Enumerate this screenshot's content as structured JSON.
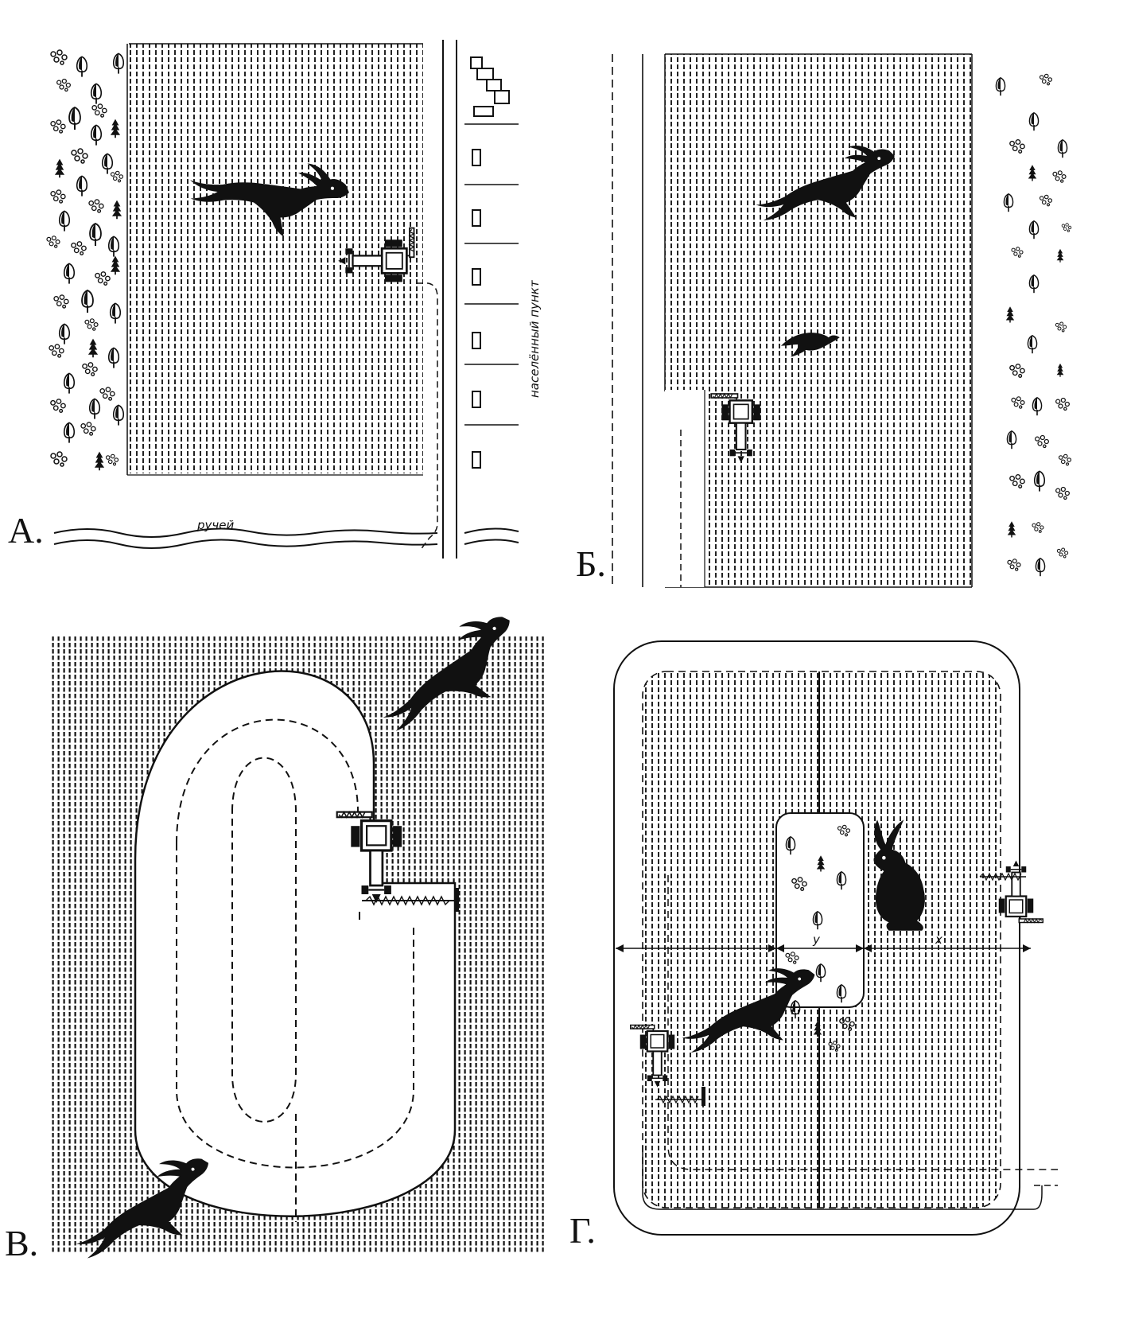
{
  "panels": {
    "a": {
      "label": "А.",
      "stream_label": "ручей",
      "settlement_label": "населённый пункт"
    },
    "b": {
      "label": "Б."
    },
    "v": {
      "label": "В."
    },
    "g": {
      "label": "Г.",
      "dim_y": "у",
      "dim_x": "х"
    }
  },
  "colors": {
    "ink": "#111111",
    "paper": "#ffffff"
  },
  "icons": [
    "hare-icon",
    "bird-icon",
    "tractor-mower-icon",
    "deciduous-tree-icon",
    "conifer-tree-icon",
    "bush-cluster-icon"
  ]
}
